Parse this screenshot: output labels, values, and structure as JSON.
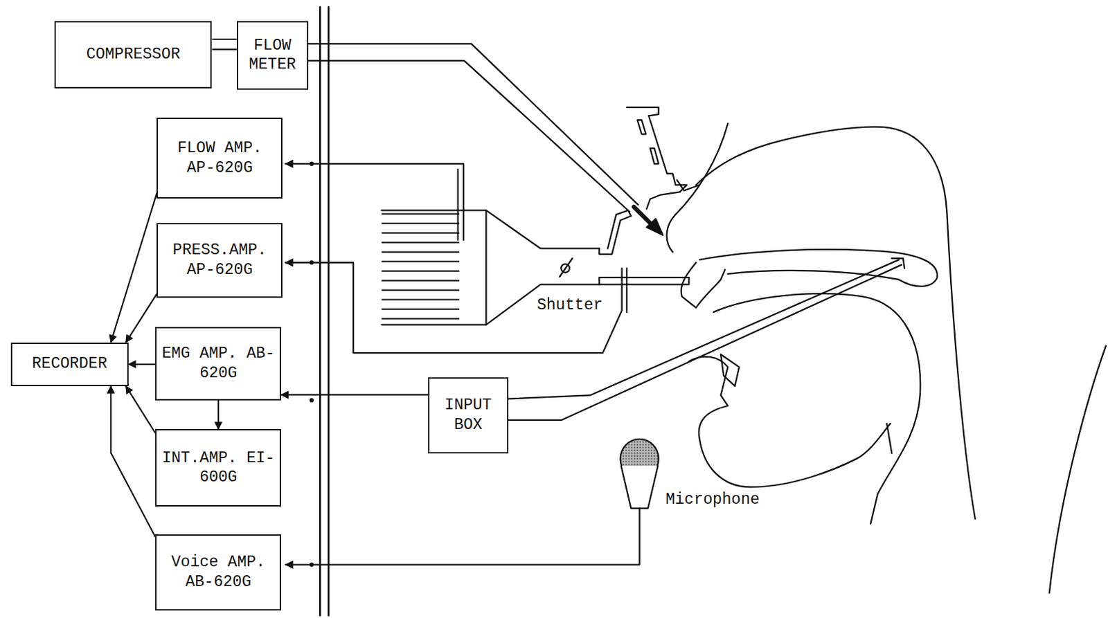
{
  "diagram": {
    "nodes": [
      {
        "text": [
          "COMPRESSOR"
        ]
      },
      {
        "text": [
          "FLOW METER"
        ]
      },
      {
        "text": [
          "FLOW AMP. AP-620G"
        ]
      },
      {
        "text": [
          "PRESS.AMP. AP-620G"
        ]
      },
      {
        "text": [
          "RECORDER"
        ]
      },
      {
        "text": [
          "EMG AMP. AB-620G"
        ]
      },
      {
        "text": [
          "INPUT BOX"
        ]
      },
      {
        "text": [
          "INT.AMP. EI-600G"
        ]
      },
      {
        "text": [
          "Voice AMP. AB-620G"
        ]
      }
    ],
    "edges": [
      {
        "from": 0,
        "to": 1,
        "arrow": "none"
      },
      {
        "from": 2,
        "to": 4,
        "arrow": "to"
      },
      {
        "from": 3,
        "to": 4,
        "arrow": "to"
      },
      {
        "from": 5,
        "to": 4,
        "arrow": "to"
      },
      {
        "from": 5,
        "to": 7,
        "arrow": "to"
      },
      {
        "from": 7,
        "to": 4,
        "arrow": "to"
      },
      {
        "from": 8,
        "to": 4,
        "arrow": "to"
      },
      {
        "from": 6,
        "to": 5,
        "arrow": "to"
      }
    ],
    "labels": [
      "Shutter",
      "Microphone"
    ]
  }
}
